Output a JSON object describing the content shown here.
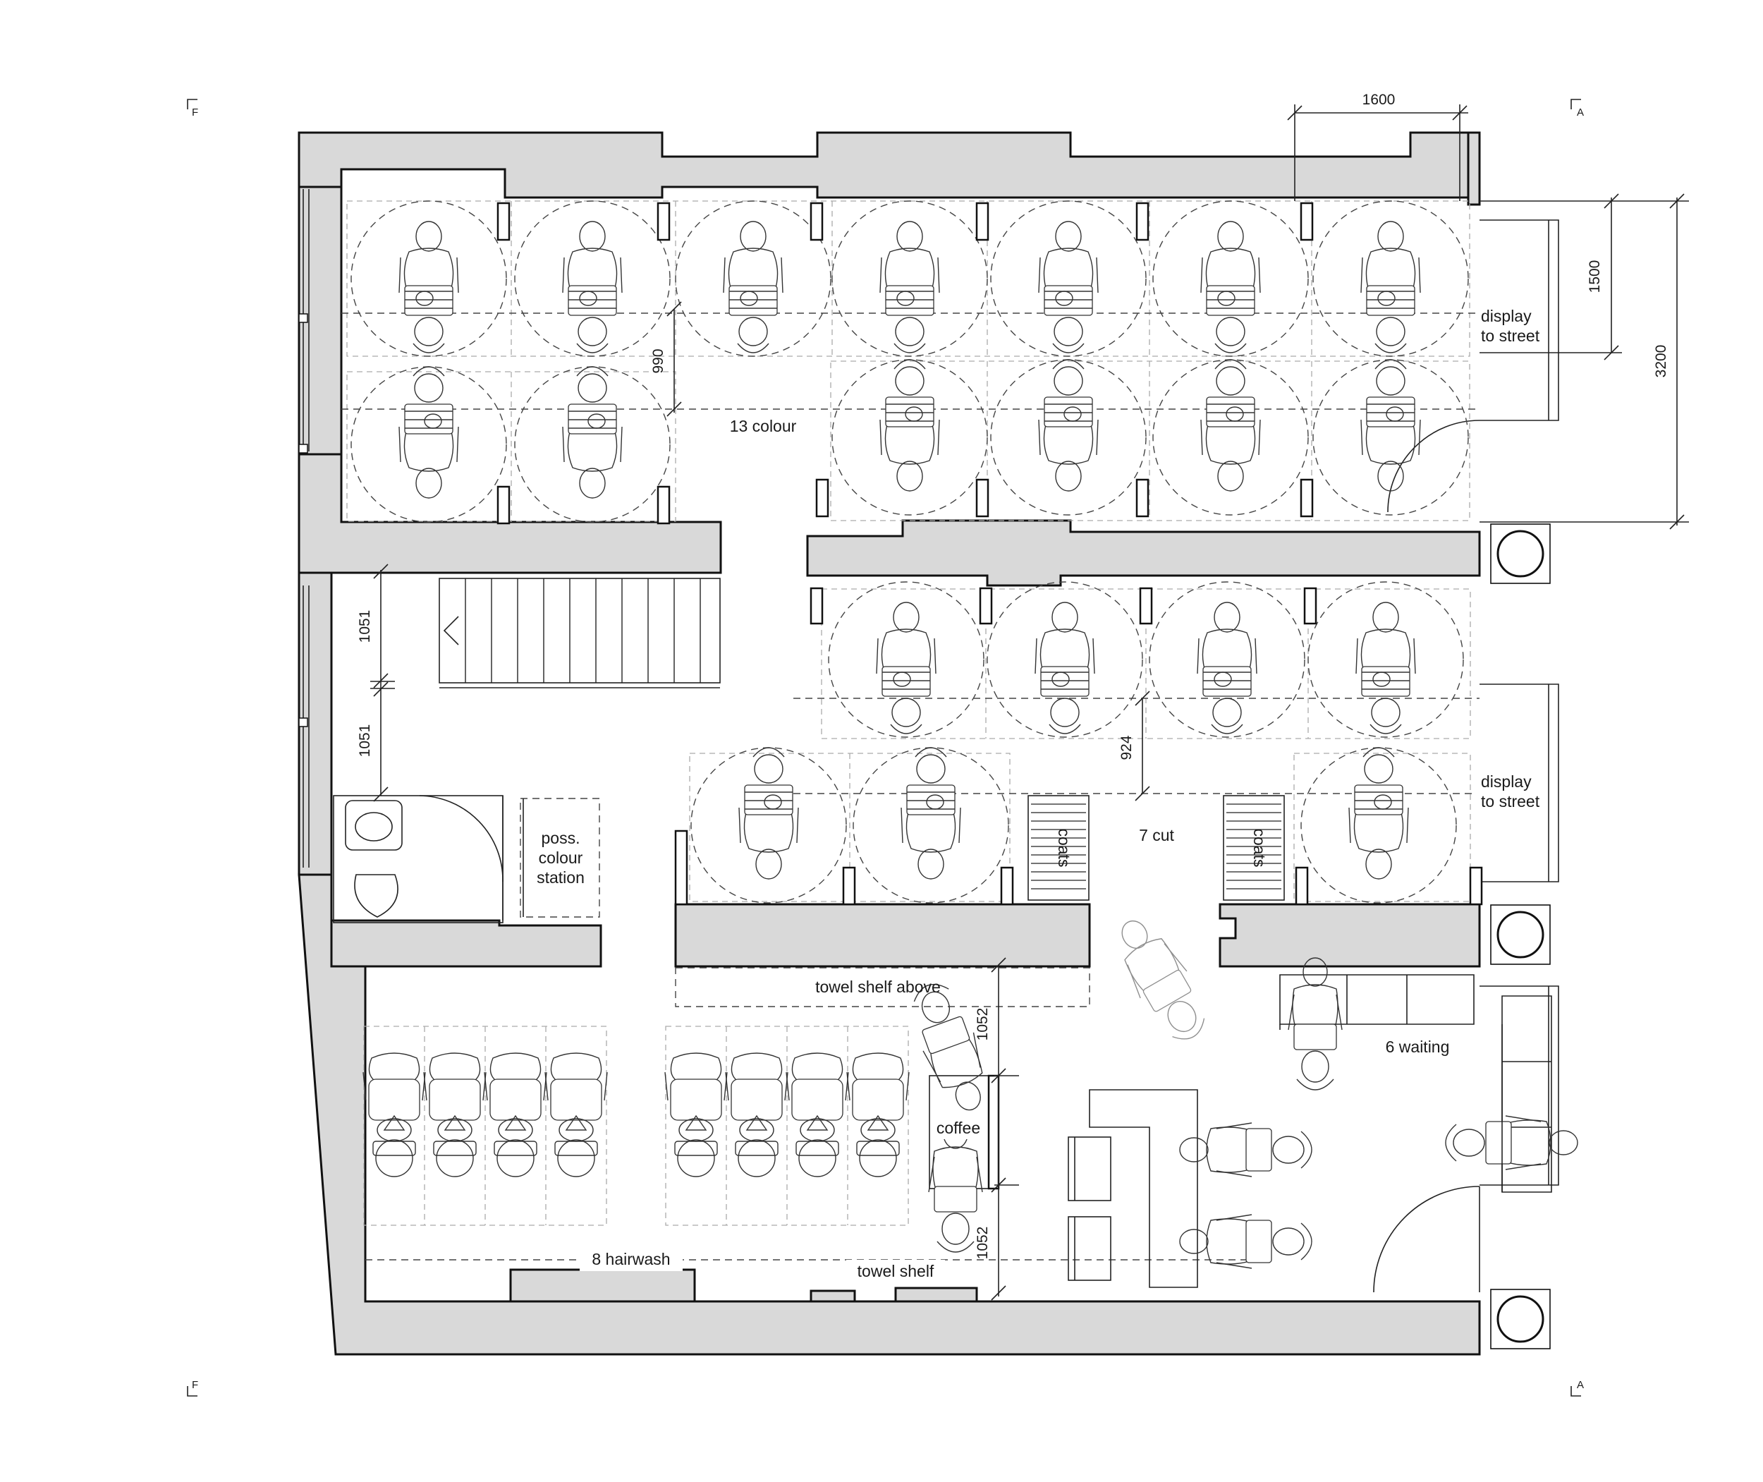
{
  "section_markers": {
    "left": "F",
    "right": "A"
  },
  "dimensions": {
    "top_width": "1600",
    "window_height": "1500",
    "overall_height": "3200",
    "aisle_colour": "990",
    "stair_upper": "1051",
    "stair_lower": "1051",
    "aisle_cut": "924",
    "hairwash_upper": "1052",
    "hairwash_lower": "1052"
  },
  "zones": {
    "colour": "13 colour",
    "cut": "7 cut",
    "hairwash": "8 hairwash",
    "waiting": "6 waiting",
    "coffee": "coffee"
  },
  "labels": {
    "display_top_line1": "display",
    "display_top_line2": "to street",
    "display_mid_line1": "display",
    "display_mid_line2": "to street",
    "poss_line1": "poss.",
    "poss_line2": "colour",
    "poss_line3": "station",
    "coats_left": "coats",
    "coats_right": "coats",
    "towel_shelf_above": "towel shelf above",
    "towel_shelf": "towel shelf"
  },
  "stations": {
    "colour_count": 13,
    "cut_count": 7,
    "hairwash_count": 8,
    "waiting_count": 6
  }
}
